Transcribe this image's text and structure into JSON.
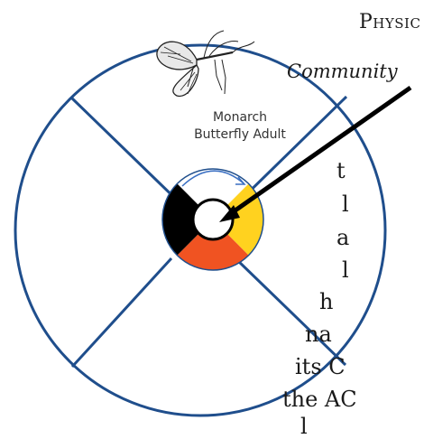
{
  "heading": "Physic",
  "subheading": "Community",
  "caption": {
    "line1": "Monarch",
    "line2": "Butterfly Adult"
  },
  "text_fragments": [
    "t",
    "l",
    "a",
    "l",
    "h",
    "na",
    "its C",
    "the AC",
    "l"
  ],
  "colors": {
    "outline": "#1f4e8c",
    "segment_top": "#ffffff",
    "segment_left": "#000000",
    "segment_right": "#ffd21f",
    "segment_bottom": "#f05322",
    "arrow": "#000000",
    "arc": "#3a6fc2"
  },
  "icons": [
    "butterfly-icon"
  ]
}
